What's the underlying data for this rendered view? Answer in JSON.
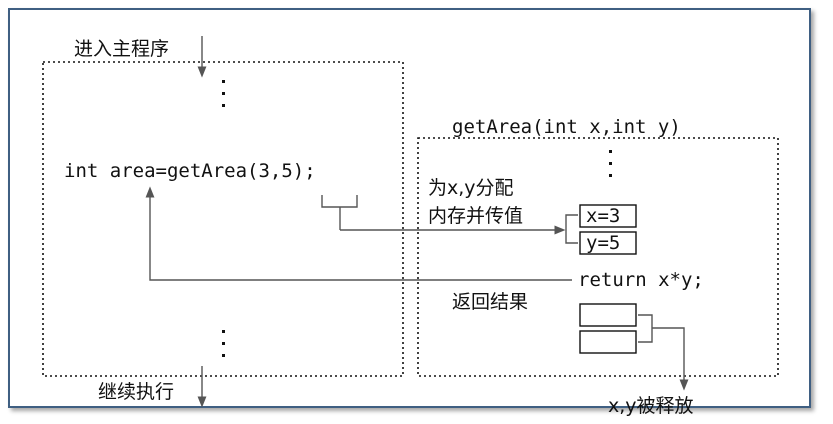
{
  "diagram": {
    "enter_main": "进入主程序",
    "continue_exec": "继续执行",
    "call_statement": "int area=getArea(3,5);",
    "function_signature": "getArea(int x,int y)",
    "alloc_line1": "为x,y分配",
    "alloc_line2": "内存并传值",
    "param_x": "x=3",
    "param_y": "y=5",
    "return_statement": "return x*y;",
    "return_result": "返回结果",
    "release": "x,y被释放"
  },
  "colors": {
    "frame_border": "#3f5f82",
    "line": "#555555",
    "text": "#111111"
  }
}
